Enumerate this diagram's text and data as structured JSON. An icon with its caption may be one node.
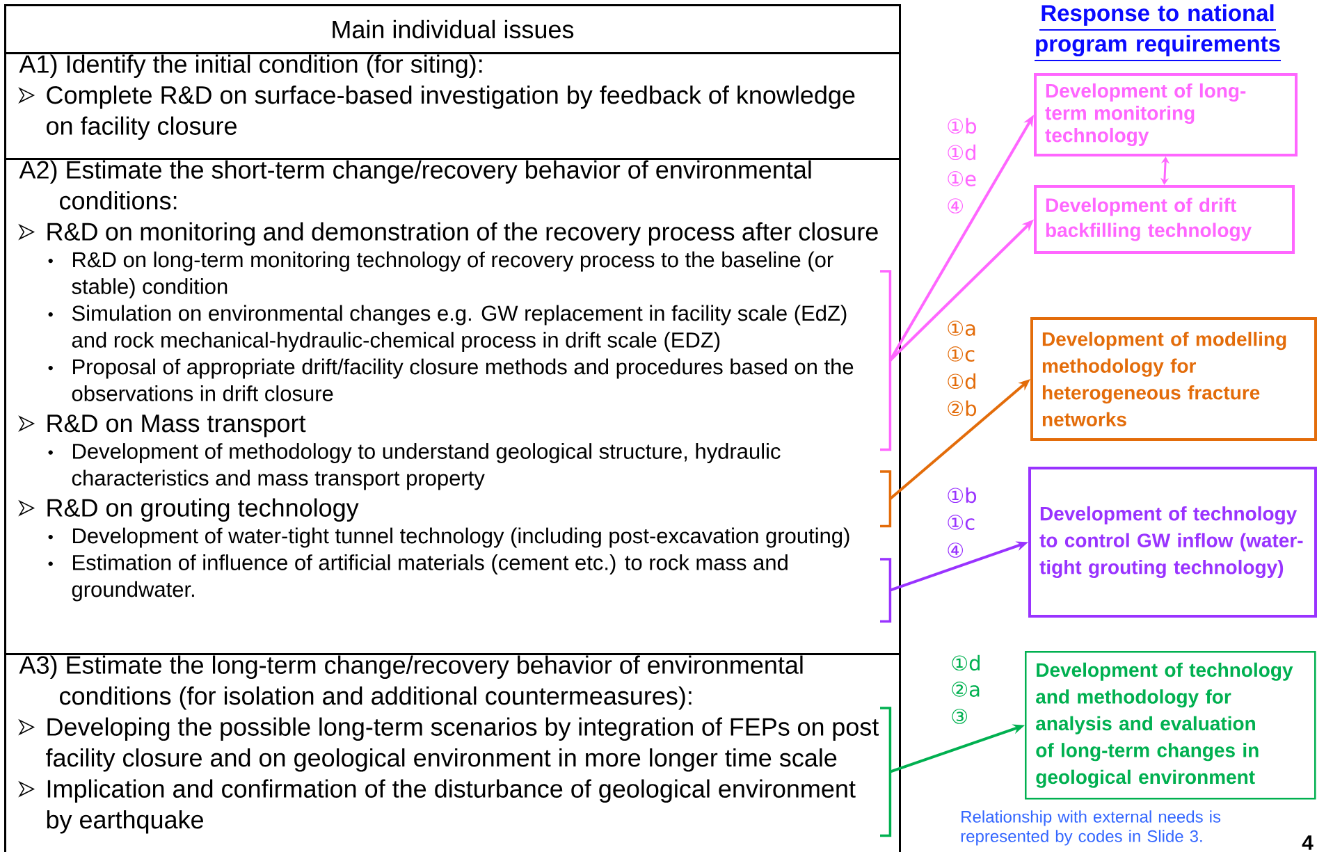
{
  "diagram": {
    "nodes": [
      {
        "text": [
          "Main individual issues"
        ]
      },
      {
        "text": [
          "A1) Identify the initial condition (for siting):",
          "Complete R&D on surface-based investigation by feedback of knowledge on facility closure"
        ]
      },
      {
        "text": [
          "A2) Estimate the short-term change/recovery behavior of environmental conditions:",
          "R&D on monitoring and demonstration of the recovery process after closure",
          "R&D on long-term monitoring technology of recovery process to the baseline (or stable) condition",
          "Simulation on environmental changes e.g. GW replacement in facility scale (EdZ) and rock mechanical-hydraulic-chemical process in drift scale (EDZ)",
          "Proposal of appropriate drift/facility closure methods and procedures based on the observations in drift closure",
          "R&D on Mass transport",
          "Development of methodology to understand geological structure, hydraulic characteristics and mass transport property",
          "R&D on grouting technology",
          "Development of water-tight tunnel technology (including post-excavation grouting)",
          "Estimation of influence of artificial materials (cement etc.) to rock mass and groundwater."
        ]
      },
      {
        "text": [
          "A3) Estimate the long-term change/recovery behavior of environmental conditions (for isolation and additional countermeasures):",
          "Developing the possible long-term scenarios by integration of FEPs on post facility closure and on geological environment in more longer time scale",
          "Implication and confirmation of the disturbance of geological environment by earthquake"
        ]
      },
      {
        "text": [],
        "shape": "bracket",
        "in": 2
      },
      {
        "text": [],
        "shape": "bracket",
        "in": 2
      },
      {
        "text": [],
        "shape": "bracket",
        "in": 2
      },
      {
        "text": [],
        "shape": "bracket",
        "in": 3
      },
      {
        "text": [
          "Development of long-term monitoring technology"
        ]
      },
      {
        "text": [
          "Development of drift backfilling technology"
        ]
      },
      {
        "text": [
          "Development of modelling methodology for heterogeneous fracture networks"
        ]
      },
      {
        "text": [
          "Development of technology to control GW inflow (water-tight grouting technology)"
        ]
      },
      {
        "text": [
          "Development of technology and methodology for analysis and evaluation of long-term changes in geological environment"
        ]
      }
    ],
    "edges": [
      {
        "from": 4,
        "to": 8,
        "arrow": "to",
        "color": "#ff66ff"
      },
      {
        "from": 4,
        "to": 9,
        "arrow": "to",
        "color": "#ff66ff"
      },
      {
        "from": 5,
        "to": 10,
        "arrow": "to",
        "color": "#e36c0a"
      },
      {
        "from": 6,
        "to": 11,
        "arrow": "to",
        "color": "#9933ff"
      },
      {
        "from": 7,
        "to": 12,
        "arrow": "to",
        "color": "#00b050"
      },
      {
        "from": 8,
        "to": 9,
        "arrow": "both",
        "color": "#ff66ff"
      }
    ],
    "labels": [
      "Response to national program requirements",
      "①b",
      "①d",
      "①e",
      "④",
      "①a",
      "①c",
      "①d",
      "②b",
      "①b",
      "①c",
      "④",
      "①d",
      "②a",
      "③",
      "Relationship with external needs is represented by codes in Slide 3.",
      "4"
    ]
  }
}
